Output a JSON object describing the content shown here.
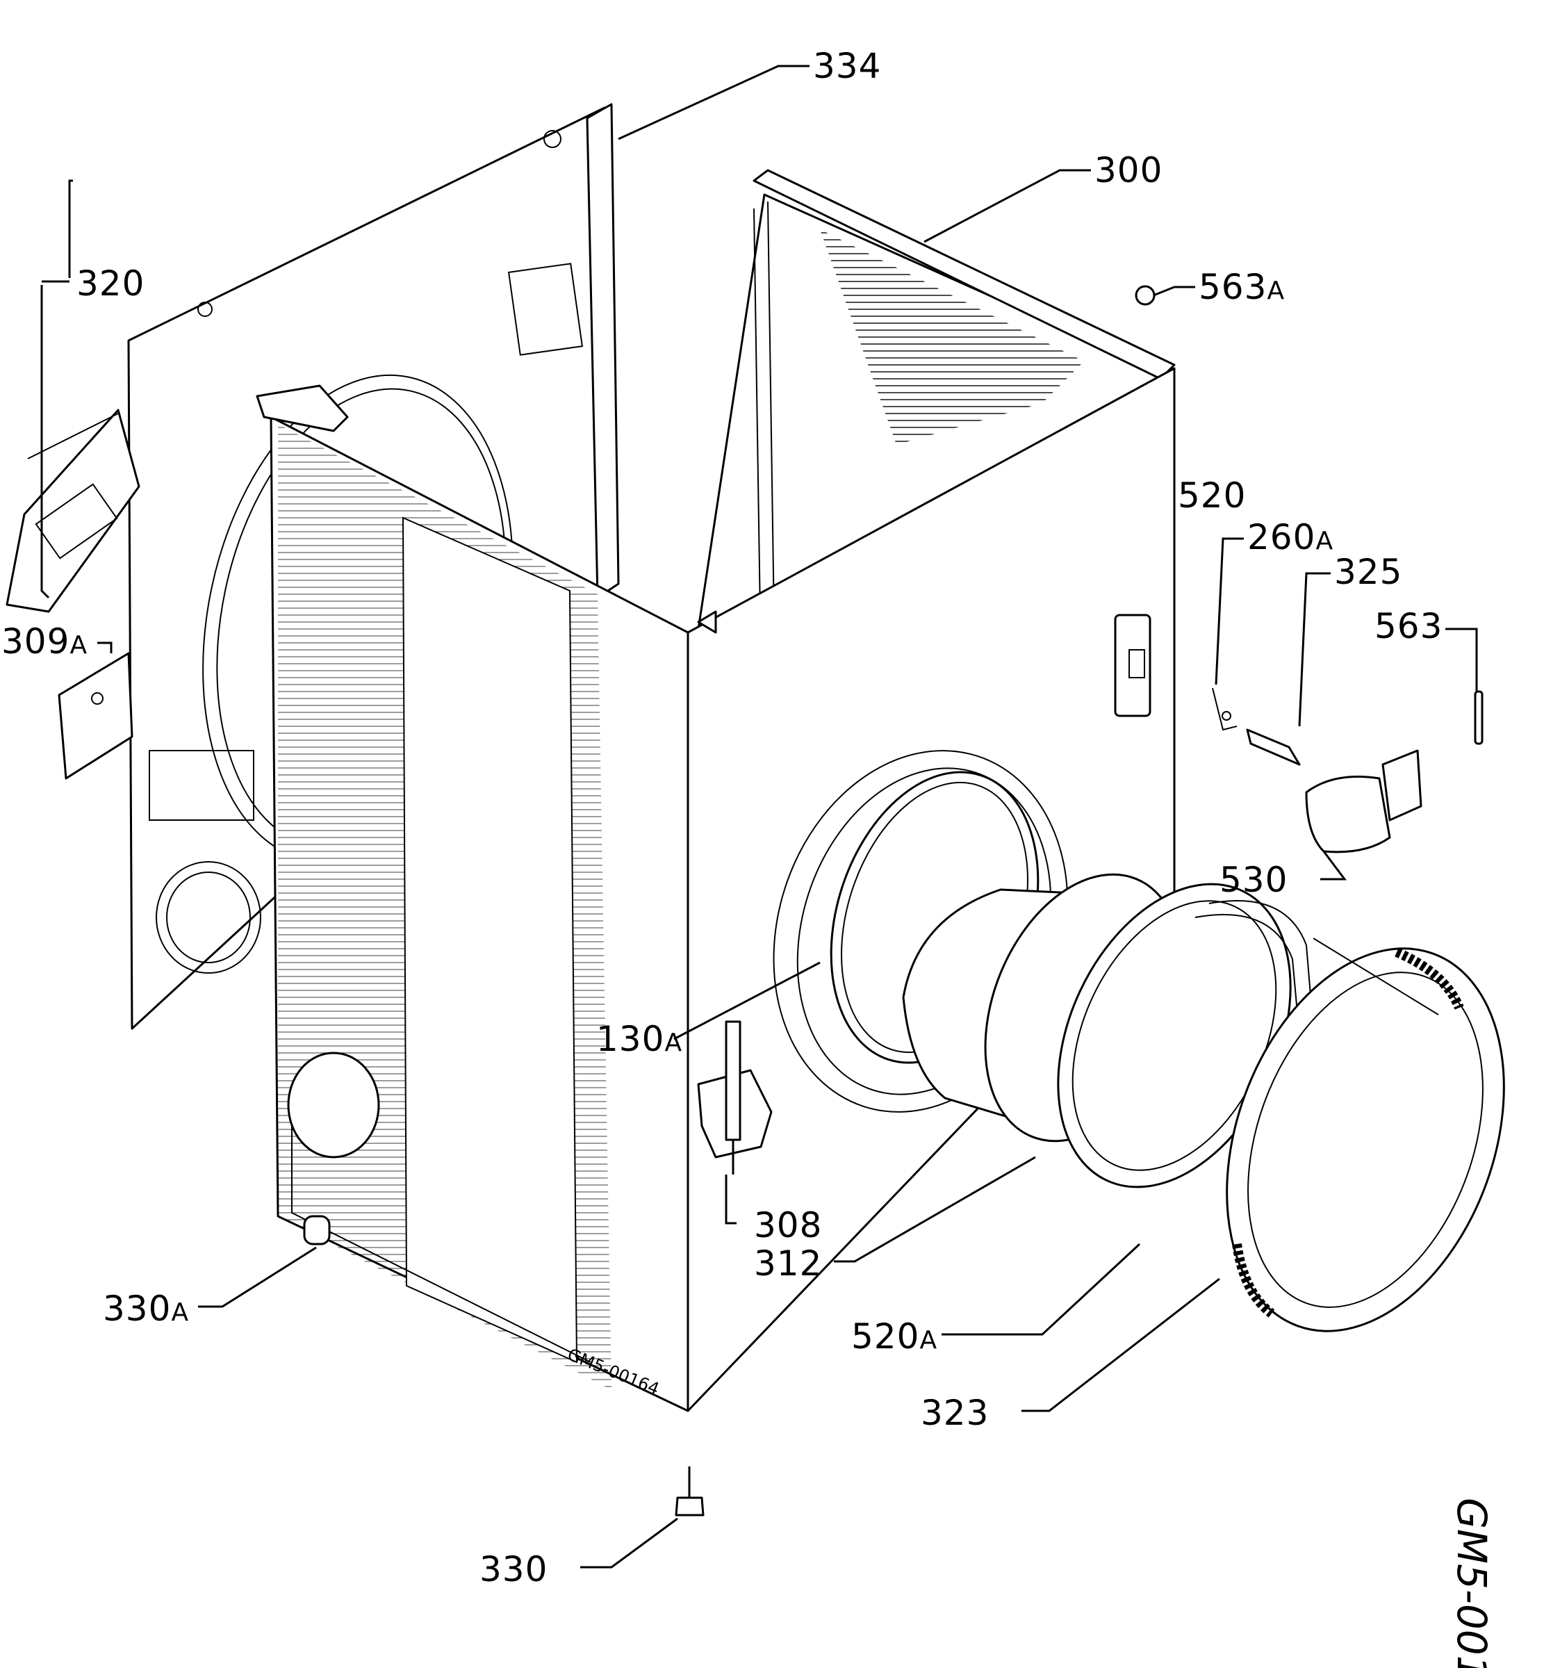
{
  "labels": {
    "p334": "334",
    "p300": "300",
    "p563a": "563",
    "p563a_suffix": "A",
    "p320": "320",
    "p520": "520",
    "p260a": "260",
    "p260a_suffix": "A",
    "p325": "325",
    "p563": "563",
    "p309a": "309",
    "p309a_suffix": "A",
    "p530": "530",
    "p130a": "130",
    "p130a_suffix": "A",
    "p308": "308",
    "p312": "312",
    "p330a": "330",
    "p330a_suffix": "A",
    "p520a": "520",
    "p520a_suffix": "A",
    "p323": "323",
    "p330": "330"
  },
  "codes": {
    "cabinet_stamp": "GM5-00164",
    "figure_code": "GM5-001"
  }
}
